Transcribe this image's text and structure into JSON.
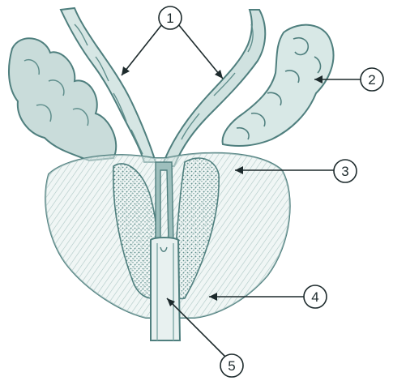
{
  "colors": {
    "ink": "#1d2a2c",
    "tissue_dark": "#4f7f7e",
    "tissue_mid": "#7fa9a7",
    "tissue_light": "#c4dad8",
    "background": "#ffffff"
  },
  "labels": [
    {
      "id": "1",
      "text": "1"
    },
    {
      "id": "2",
      "text": "2"
    },
    {
      "id": "3",
      "text": "3"
    },
    {
      "id": "4",
      "text": "4"
    },
    {
      "id": "5",
      "text": "5"
    }
  ]
}
